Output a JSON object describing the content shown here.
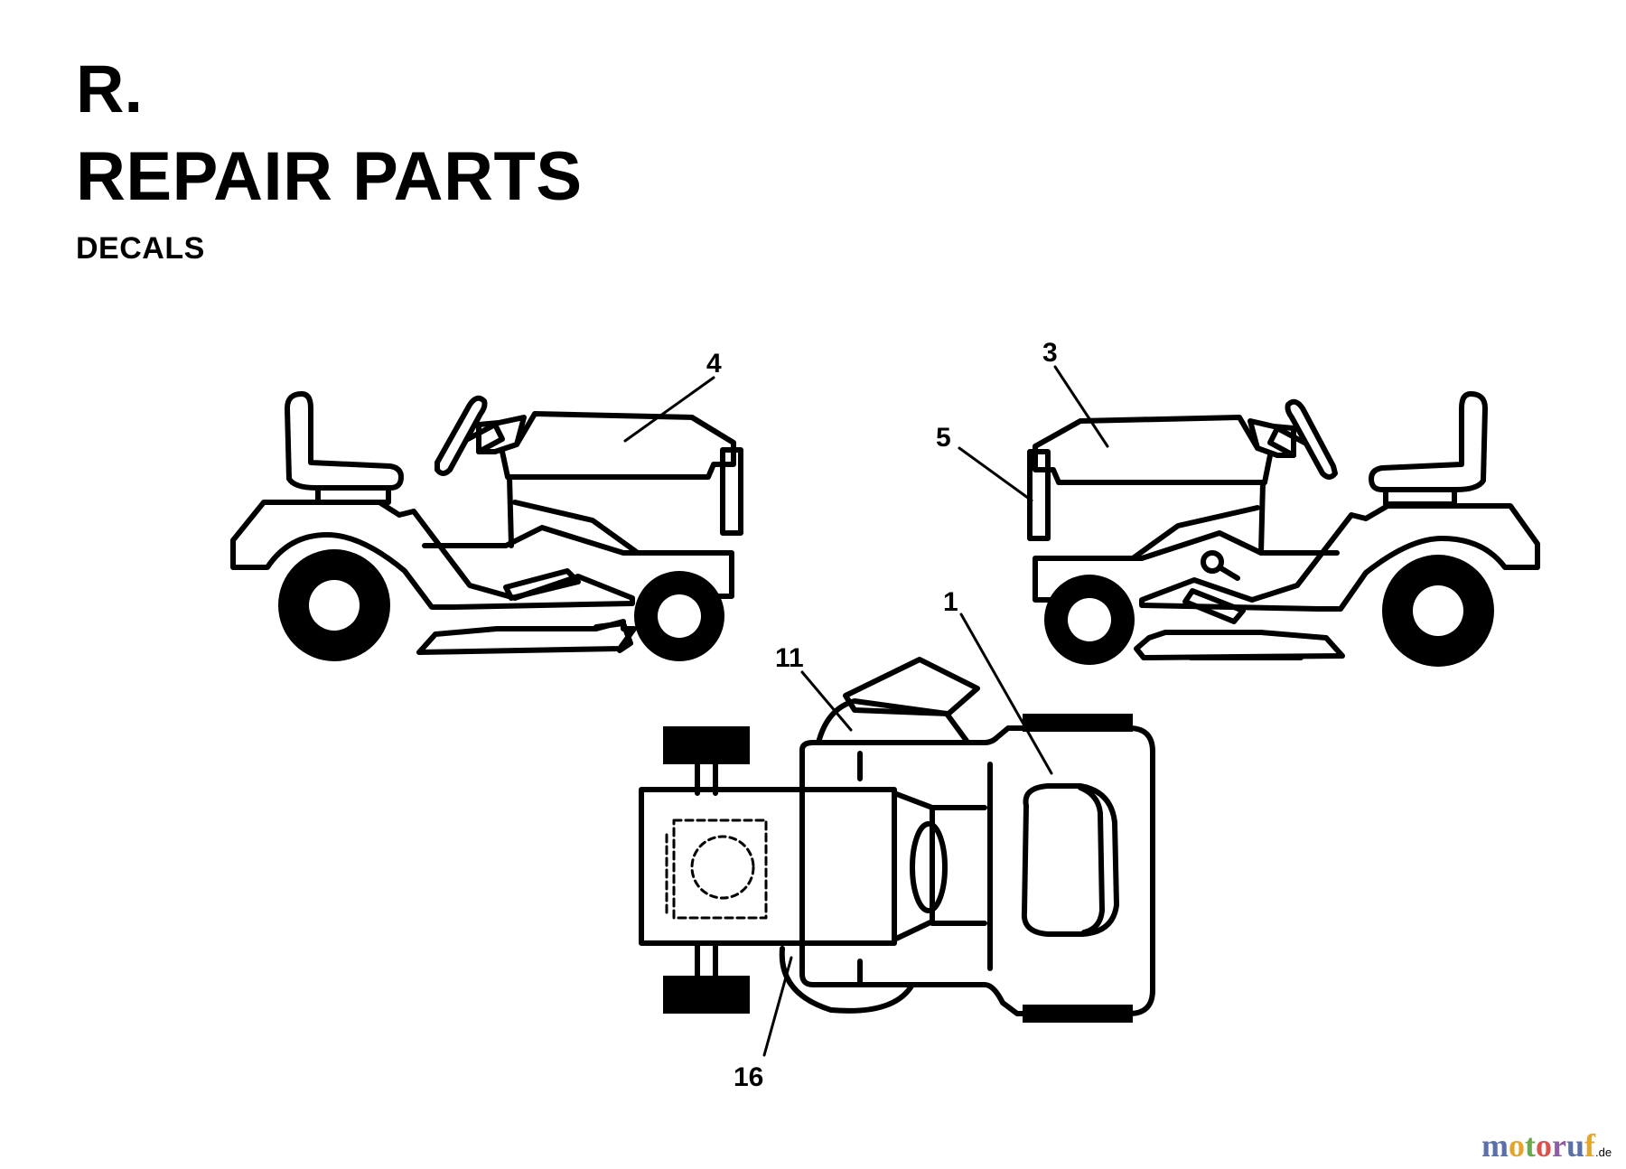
{
  "header": {
    "section": "R.",
    "title": "REPAIR PARTS",
    "subtitle": "DECALS"
  },
  "callouts": {
    "c1": "1",
    "c3": "3",
    "c4": "4",
    "c5": "5",
    "c11": "11",
    "c16": "16"
  },
  "watermark": {
    "text": "motoruf",
    "tld": ".de",
    "colors": [
      "#5b6fa8",
      "#e5a52c",
      "#6aa84f",
      "#d9534f",
      "#8e5ea2"
    ]
  }
}
